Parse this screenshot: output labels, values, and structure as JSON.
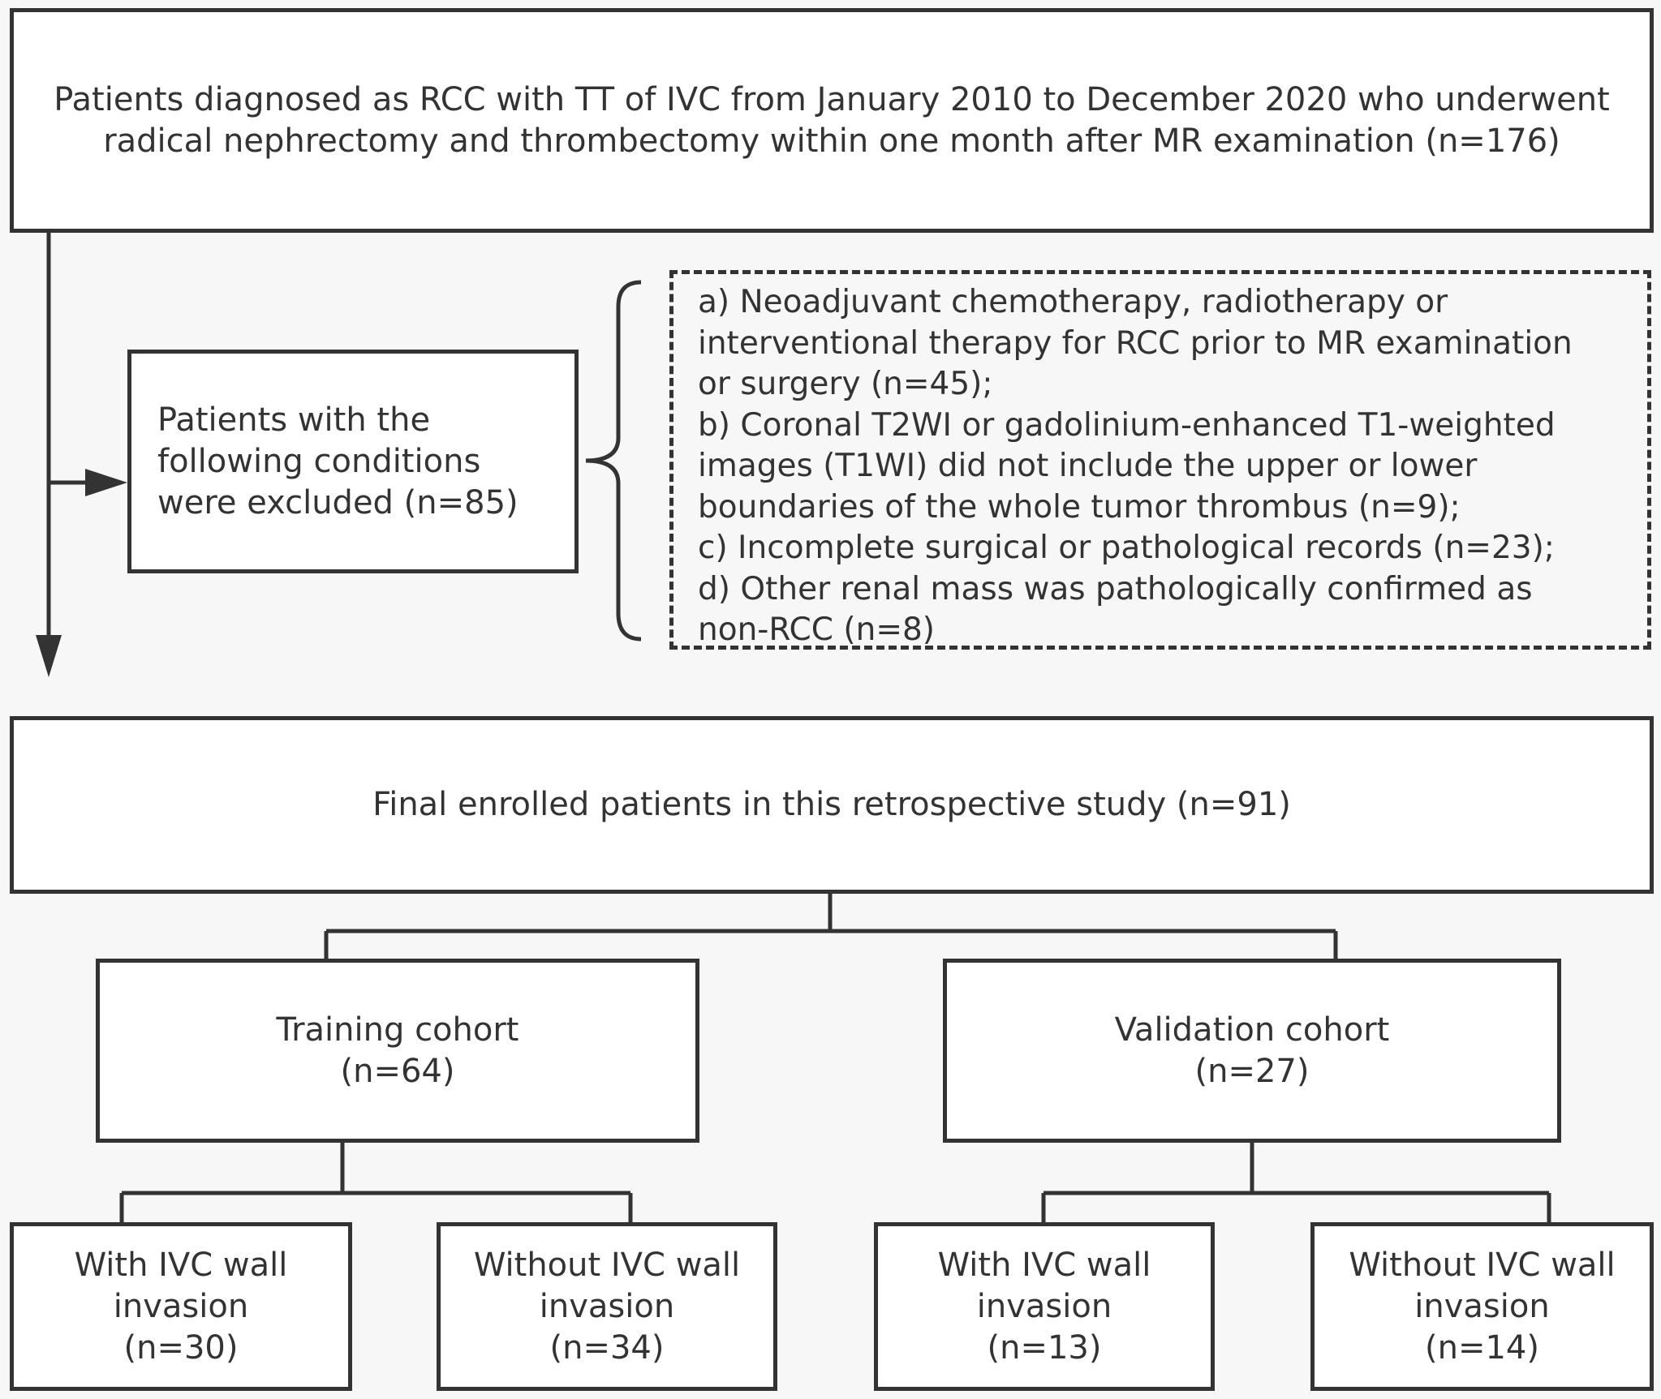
{
  "top_box": {
    "line1": "Patients diagnosed as RCC with TT of IVC  from January 2010 to December 2020 who underwent",
    "line2": "radical nephrectomy and  thrombectomy within one month after MR examination  (n=176)"
  },
  "excluded_box": {
    "line1": "Patients with the",
    "line2": "following conditions",
    "line3": "were excluded   (n=85)"
  },
  "criteria": [
    "a) Neoadjuvant chemotherapy, radiotherapy or",
    "interventional therapy for RCC prior to MR examination",
    "or surgery (n=45);",
    "b) Coronal T2WI or gadolinium-enhanced T1-weighted",
    "images (T1WI) did not include the upper or lower",
    "boundaries of the whole tumor thrombus (n=9);",
    "c) Incomplete surgical or pathological records (n=23);",
    "d) Other renal mass was pathologically confirmed as",
    "non-RCC (n=8)"
  ],
  "final_box": {
    "text": "Final enrolled patients in this retrospective study (n=91)"
  },
  "training": {
    "title": "Training cohort",
    "count": "(n=64)"
  },
  "validation": {
    "title": "Validation cohort",
    "count": "(n=27)"
  },
  "training_with": {
    "line1": "With IVC wall",
    "line2": "invasion",
    "count": "(n=30)"
  },
  "training_without": {
    "line1": "Without IVC wall",
    "line2": "invasion",
    "count": "(n=34)"
  },
  "validation_with": {
    "line1": "With IVC wall",
    "line2": "invasion",
    "count": "(n=13)"
  },
  "validation_without": {
    "line1": "Without IVC wall",
    "line2": "invasion",
    "count": "(n=14)"
  },
  "colors": {
    "line": "#333333",
    "box_fill": "#ffffff",
    "background": "#f7f7f7"
  }
}
